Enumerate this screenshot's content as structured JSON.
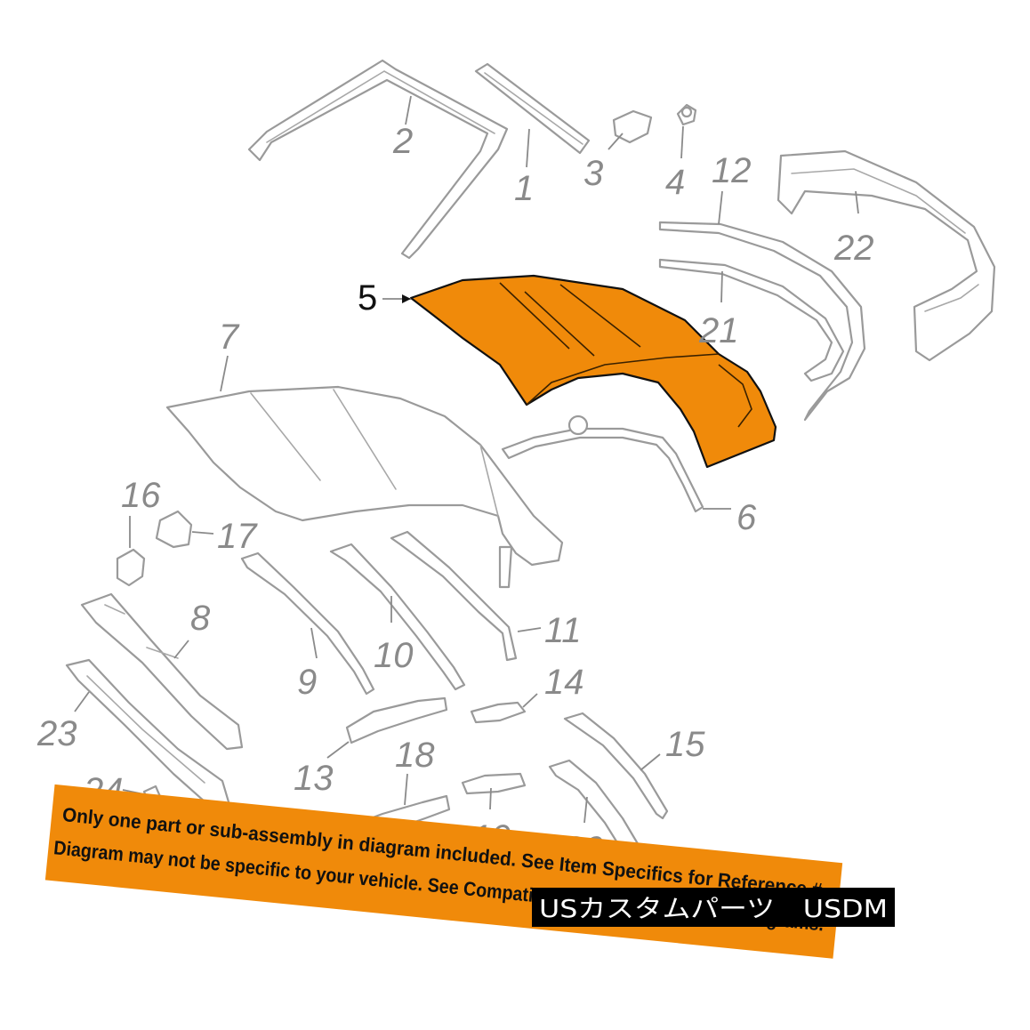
{
  "callouts": {
    "c1": "1",
    "c2": "2",
    "c3": "3",
    "c4": "4",
    "c5": "5",
    "c6": "6",
    "c7": "7",
    "c8": "8",
    "c9": "9",
    "c10": "10",
    "c11": "11",
    "c12": "12",
    "c13": "13",
    "c14": "14",
    "c15": "15",
    "c16": "16",
    "c17": "17",
    "c18": "18",
    "c19": "19",
    "c20": "20",
    "c21": "21",
    "c22": "22",
    "c23": "23",
    "c24": "24"
  },
  "highlighted_part": "5",
  "colors": {
    "highlight": "#f08a0a",
    "line_art": "#9a9a9a",
    "banner": "#f08a0a",
    "watermark_bg": "#000000"
  },
  "notice": {
    "line1": "Only one part or sub-assembly in diagram included. See Item Specifics for Reference #.",
    "line2": "Diagram may not be specific to your vehicle. See Compatibility for vehicle-specific diagrams."
  },
  "watermark": "USカスタムパーツ　USDM"
}
